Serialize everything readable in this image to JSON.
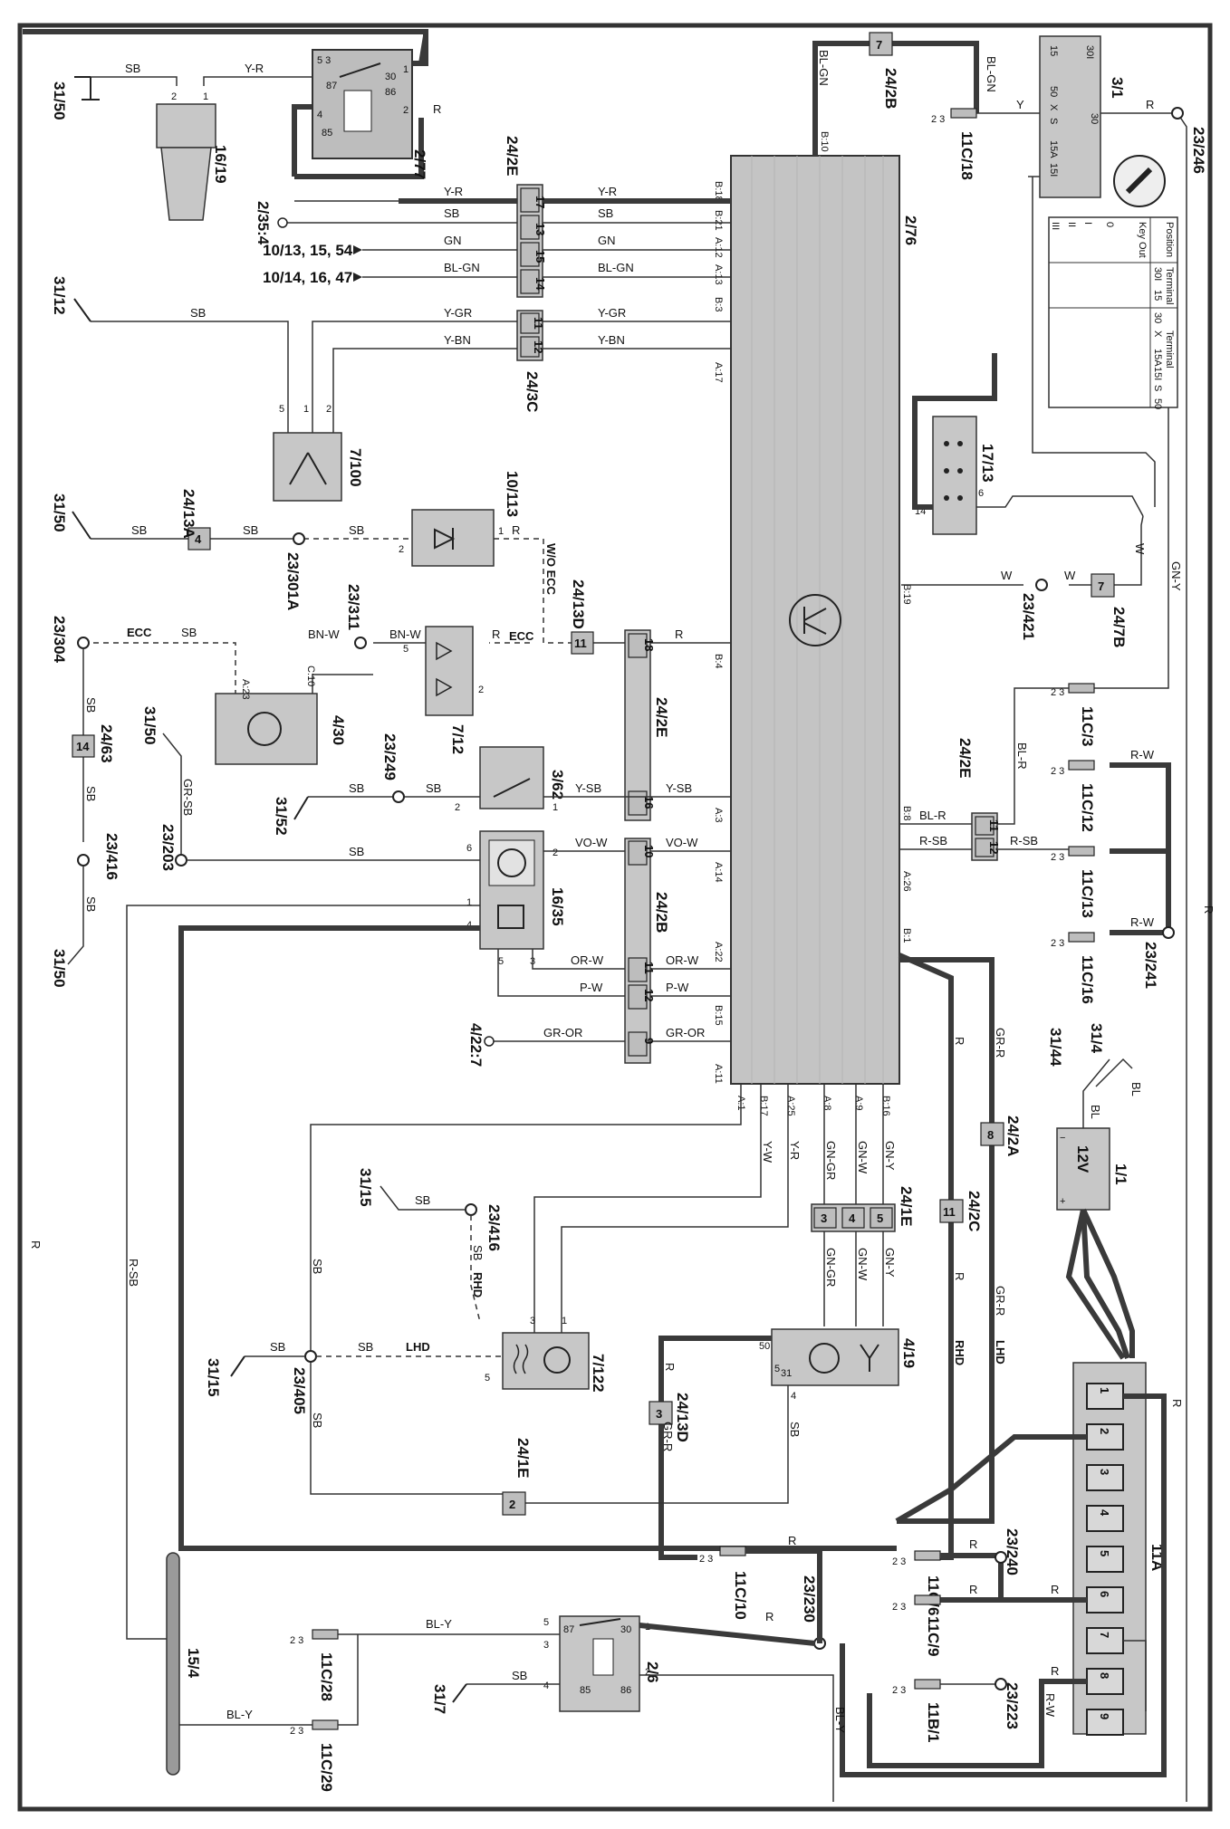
{
  "diagram": {
    "ecu": {
      "ref": "2/76"
    },
    "components": {
      "horn": {
        "ref": "16/19"
      },
      "horn_relay": {
        "ref": "2/77"
      },
      "ignition_switch": {
        "ref": "3/1"
      },
      "fuse_11c18": {
        "ref": "11C/18"
      },
      "conn_24_2b_top": {
        "ref": "24/2B",
        "pin": "7"
      },
      "conn_24_2e_top": {
        "ref": "24/2E",
        "pins": [
          "17",
          "13",
          "15",
          "14"
        ]
      },
      "ref_2_35_4": {
        "ref": "2/35:4"
      },
      "ref_10_13": {
        "ref": "10/13, 15, 54"
      },
      "ref_10_14": {
        "ref": "10/14, 16, 47"
      },
      "conn_24_3c": {
        "ref": "24/3C",
        "pins": [
          "11",
          "12"
        ]
      },
      "switch_7_100": {
        "ref": "7/100"
      },
      "diag_socket": {
        "ref": "17/13"
      },
      "led_10_113": {
        "ref": "10/113"
      },
      "conn_24_13a": {
        "ref": "24/13A",
        "pin": "4"
      },
      "splice_23_301a": {
        "ref": "23/301A"
      },
      "conn_24_13d_top": {
        "ref": "24/13D",
        "pin": "11"
      },
      "sensor_7_12": {
        "ref": "7/12"
      },
      "splice_23_311": {
        "ref": "23/311"
      },
      "splice_23_304": {
        "ref": "23/304"
      },
      "ecc_module": {
        "ref": "4/30"
      },
      "conn_24_63": {
        "ref": "24/63",
        "pin": "14"
      },
      "splice_23_416_left": {
        "ref": "23/416"
      },
      "conn_24_2e_mid": {
        "ref": "24/2E",
        "pins": [
          "18",
          "16"
        ]
      },
      "switch_3_62": {
        "ref": "3/62"
      },
      "splice_23_249": {
        "ref": "23/249"
      },
      "siren_16_35": {
        "ref": "16/35"
      },
      "splice_23_203": {
        "ref": "23/203"
      },
      "conn_24_2b_mid": {
        "ref": "24/2B",
        "pins": [
          "10",
          "11",
          "12",
          "9"
        ]
      },
      "ref_4_22_7": {
        "ref": "4/22:7"
      },
      "splice_23_421": {
        "ref": "23/421"
      },
      "conn_24_7b": {
        "ref": "24/7B",
        "pin": "7"
      },
      "fuse_11c3": {
        "ref": "11C/3"
      },
      "fuse_11c12": {
        "ref": "11C/12"
      },
      "fuse_11c13": {
        "ref": "11C/13"
      },
      "fuse_11c16": {
        "ref": "11C/16"
      },
      "conn_24_2e_right": {
        "ref": "24/2E",
        "pins": [
          "11",
          "12"
        ]
      },
      "splice_23_241": {
        "ref": "23/241"
      },
      "splice_23_246": {
        "ref": "23/246"
      },
      "battery": {
        "ref": "1/1",
        "label": "12V"
      },
      "conn_24_2a": {
        "ref": "24/2A",
        "pin": "8"
      },
      "conn_24_2c": {
        "ref": "24/2C",
        "pin": "11"
      },
      "conn_24_1e_bot": {
        "ref": "24/1E",
        "pins": [
          "3",
          "4",
          "5"
        ]
      },
      "sensor_4_19": {
        "ref": "4/19"
      },
      "sensor_7_122": {
        "ref": "7/122"
      },
      "splice_23_416_bot": {
        "ref": "23/416"
      },
      "splice_23_405": {
        "ref": "23/405"
      },
      "conn_24_13d_bot": {
        "ref": "24/13D",
        "pin": "3"
      },
      "conn_24_1e_low": {
        "ref": "24/1E",
        "pin": "2"
      },
      "fuse_11c10": {
        "ref": "11C/10"
      },
      "splice_23_230": {
        "ref": "23/230"
      },
      "fuse_box_11a": {
        "ref": "11A",
        "pins": [
          "1",
          "2",
          "3",
          "4",
          "5",
          "6",
          "7",
          "8",
          "9"
        ]
      },
      "fuse_11c6": {
        "ref": "11C/6"
      },
      "fuse_11c9": {
        "ref": "11C/9"
      },
      "fuse_11b1": {
        "ref": "11B/1"
      },
      "splice_23_240": {
        "ref": "23/240"
      },
      "splice_23_223": {
        "ref": "23/223"
      },
      "relay_2_6": {
        "ref": "2/6"
      },
      "fuse_11c28": {
        "ref": "11C/28"
      },
      "fuse_11c29": {
        "ref": "11C/29"
      },
      "bus_15_4": {
        "ref": "15/4"
      }
    },
    "grounds": [
      "31/50",
      "31/12",
      "31/50",
      "31/50",
      "31/52",
      "31/15",
      "31/15",
      "31/7",
      "31/50",
      "31/44",
      "31/4"
    ],
    "ecu_pins": [
      "B:18",
      "B:21",
      "A:12",
      "A:13",
      "B:3",
      "A:17",
      "B:4",
      "A:3",
      "A:14",
      "A:22",
      "B:15",
      "A:11",
      "B:19",
      "B:8",
      "A:26",
      "B:1",
      "A:1",
      "B:17",
      "A:25",
      "A:8",
      "A:9",
      "B:16",
      "B:10"
    ],
    "wire_labels": {
      "sb": "SB",
      "yr": "Y-R",
      "r": "R",
      "blgn": "BL-GN",
      "gn": "GN",
      "ygr": "Y-GR",
      "ybn": "Y-BN",
      "bnw": "BN-W",
      "ysb": "Y-SB",
      "vow": "VO-W",
      "orw": "OR-W",
      "pw": "P-W",
      "gror": "GR-OR",
      "grsb": "GR-SB",
      "w": "W",
      "gny": "GN-Y",
      "blr": "BL-R",
      "rsb": "R-SB",
      "rw": "R-W",
      "bl": "BL",
      "grr": "GR-R",
      "yw": "Y-W",
      "gngr": "GN-GR",
      "gnw": "GN-W",
      "bly": "BL-Y",
      "y": "Y"
    },
    "annotations": {
      "ecc": "ECC",
      "wo_ecc": "W/O ECC",
      "rhd": "RHD",
      "lhd": "LHD"
    },
    "key_table": {
      "position_header": "Position",
      "terminal_header": "Terminal",
      "positions": [
        "Key Out",
        "0",
        "I",
        "II",
        "III"
      ],
      "terminals": [
        "30I",
        "15",
        "30",
        "X",
        "15A",
        "15I",
        "S",
        "50"
      ]
    },
    "ign_switch_labels": [
      "15",
      "30I",
      "50",
      "X",
      "S",
      "30",
      "15A",
      "15I"
    ]
  }
}
